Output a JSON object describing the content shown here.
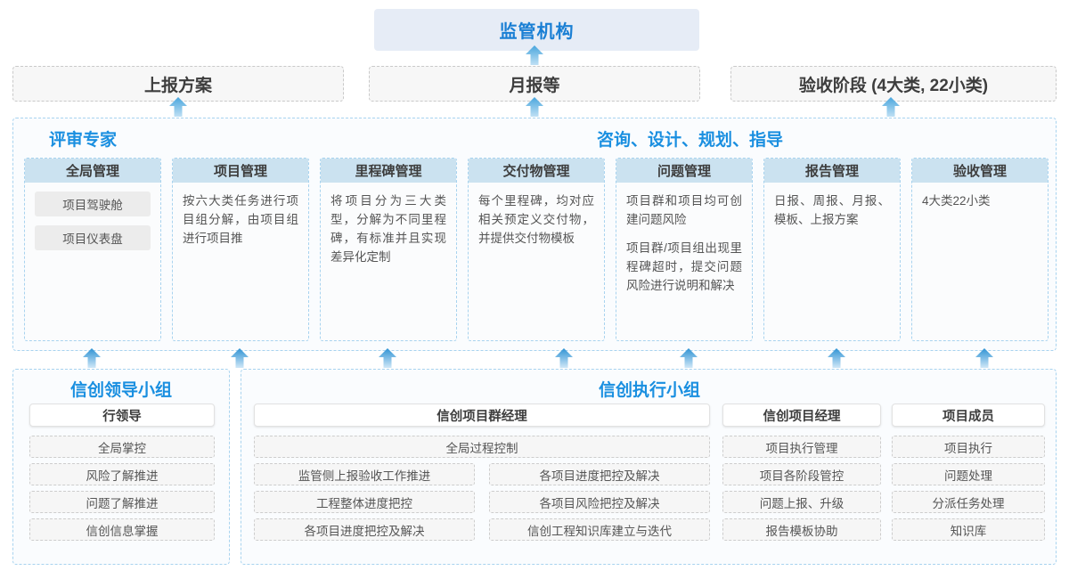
{
  "top": {
    "regulator": "监管机构",
    "reports": [
      "上报方案",
      "月报等",
      "验收阶段 (4大类, 22小类)"
    ]
  },
  "middle": {
    "left_title": "评审专家",
    "right_title": "咨询、设计、规划、指导",
    "columns": [
      {
        "header": "全局管理",
        "pills": [
          "项目驾驶舱",
          "项目仪表盘"
        ],
        "paragraphs": []
      },
      {
        "header": "项目管理",
        "pills": [],
        "paragraphs": [
          "按六大类任务进行项目组分解，由项目组进行项目推"
        ]
      },
      {
        "header": "里程碑管理",
        "pills": [],
        "paragraphs": [
          "将项目分为三大类型，分解为不同里程碑，有标准并且实现差异化定制"
        ]
      },
      {
        "header": "交付物管理",
        "pills": [],
        "paragraphs": [
          "每个里程碑，均对应相关预定义交付物，并提供交付物模板"
        ]
      },
      {
        "header": "问题管理",
        "pills": [],
        "paragraphs": [
          "项目群和项目均可创建问题风险",
          "项目群/项目组出现里程碑超时，提交问题风险进行说明和解决"
        ]
      },
      {
        "header": "报告管理",
        "pills": [],
        "paragraphs": [
          "日报、周报、月报、模板、上报方案"
        ]
      },
      {
        "header": "验收管理",
        "pills": [],
        "paragraphs": [
          "4大类22小类"
        ]
      }
    ]
  },
  "bottom": {
    "leading_group": {
      "title": "信创领导小组",
      "role": "行领导",
      "tasks": [
        "全局掌控",
        "风险了解推进",
        "问题了解推进",
        "信创信息掌握"
      ]
    },
    "exec_group": {
      "title": "信创执行小组",
      "program_manager": {
        "role": "信创项目群经理",
        "wide_task": "全局过程控制",
        "left_tasks": [
          "监管侧上报验收工作推进",
          "工程整体进度把控",
          "各项目进度把控及解决"
        ],
        "right_tasks": [
          "各项目进度把控及解决",
          "各项目风险把控及解决",
          "信创工程知识库建立与迭代"
        ]
      },
      "project_manager": {
        "role": "信创项目经理",
        "tasks": [
          "项目执行管理",
          "项目各阶段管控",
          "问题上报、升级",
          "报告模板协助"
        ]
      },
      "members": {
        "role": "项目成员",
        "tasks": [
          "项目执行",
          "问题处理",
          "分派任务处理",
          "知识库"
        ]
      }
    }
  },
  "colors": {
    "accent_blue": "#1a8fe0",
    "header_blue": "#cbe2f0",
    "regulator_bg": "#e6ecf6",
    "arrow_blue": "#49a6dd"
  }
}
